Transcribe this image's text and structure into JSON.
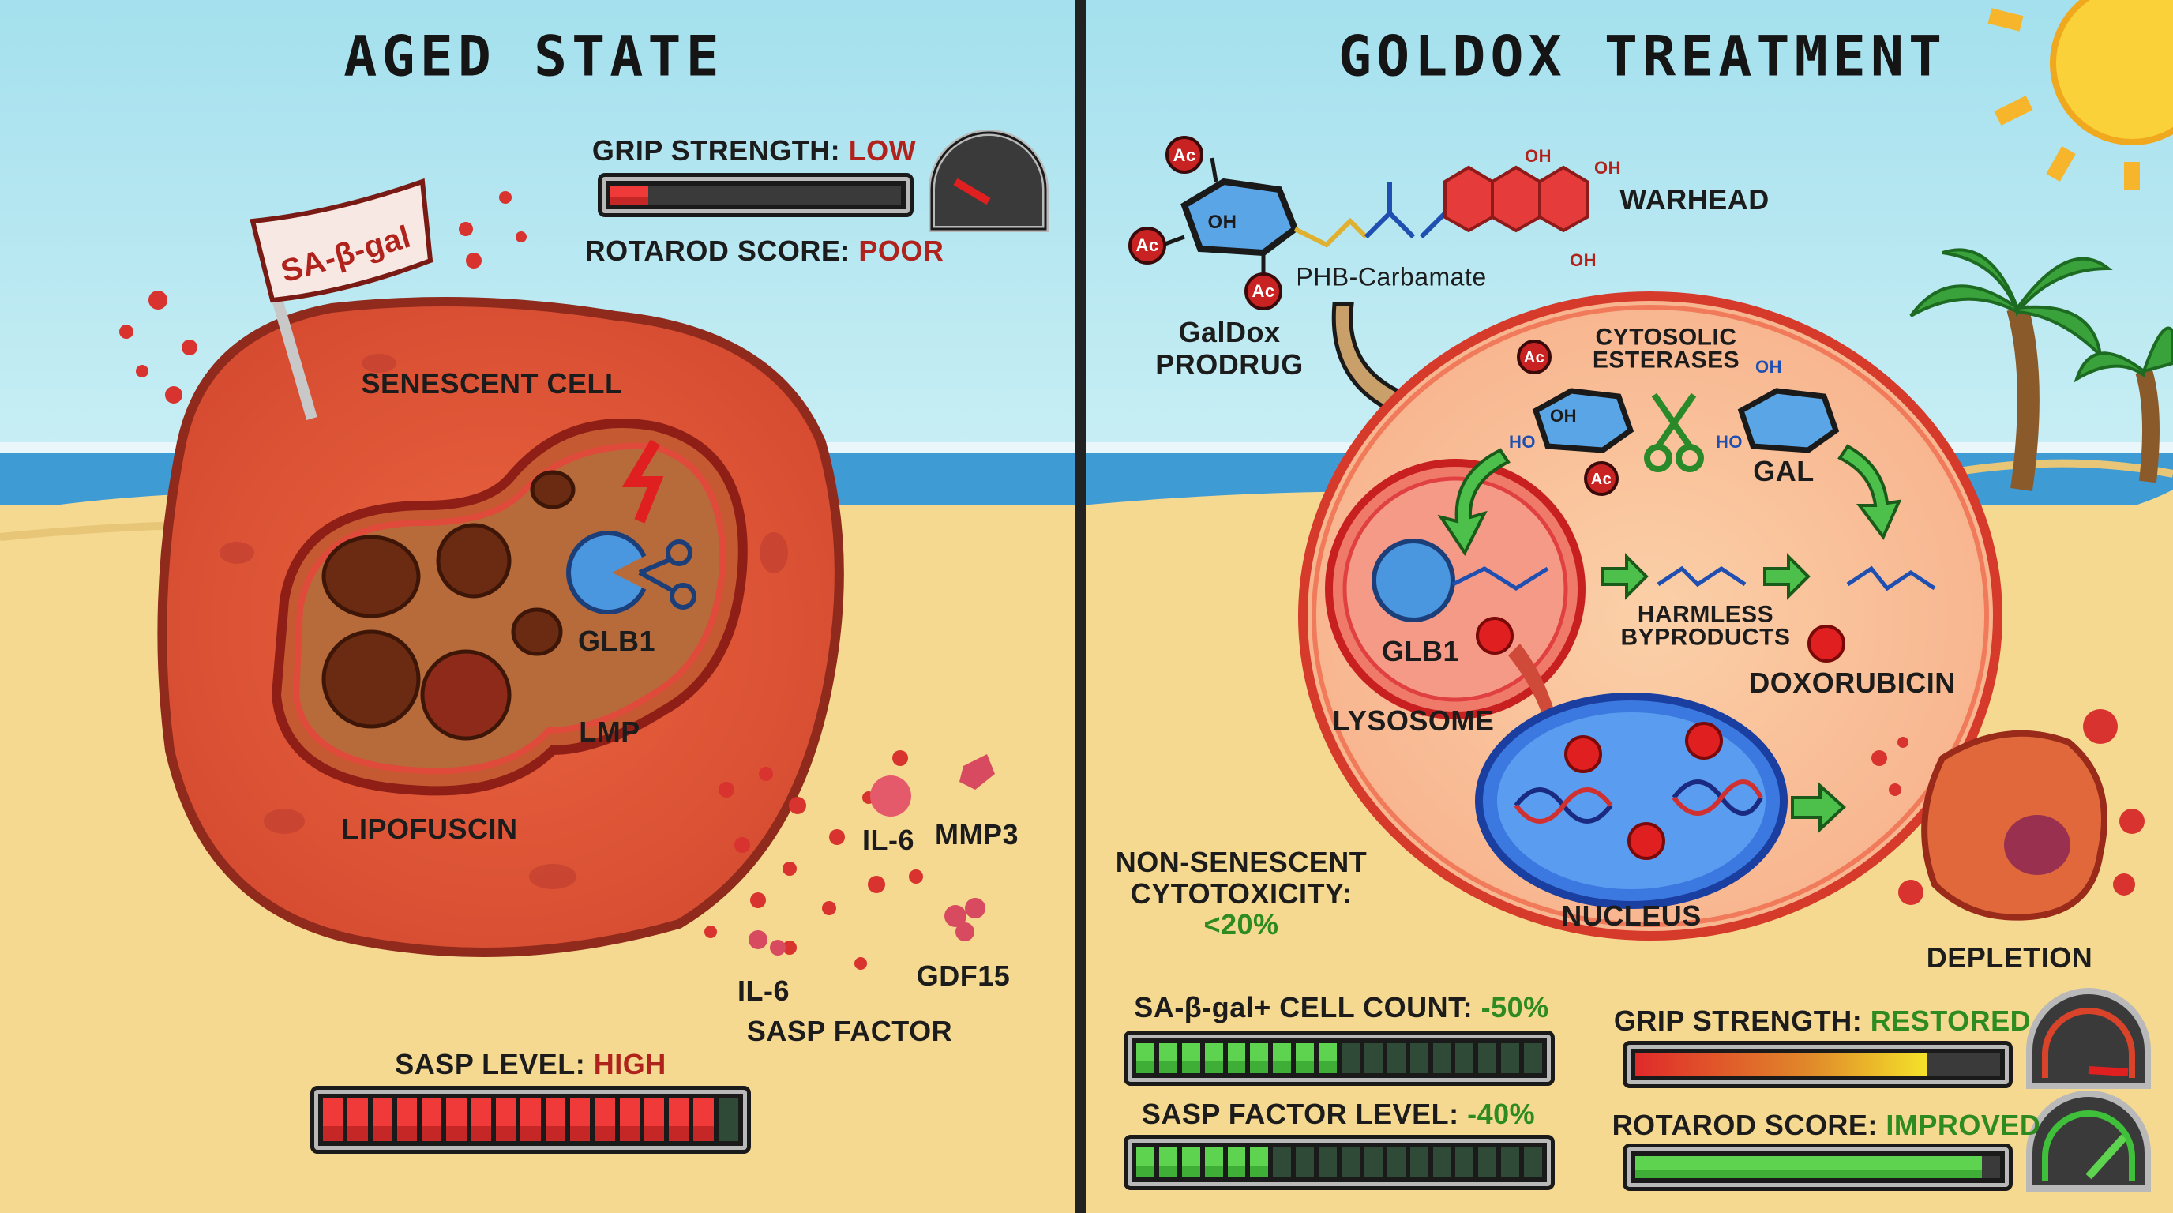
{
  "aged": {
    "title": "AGED STATE",
    "grip_label": "GRIP STRENGTH:",
    "grip_value": "LOW",
    "grip_fraction": 0.13,
    "rotarod_label": "ROTAROD SCORE:",
    "rotarod_value": "POOR",
    "flag_text": "SA-β-gal",
    "cell_label": "SENESCENT CELL",
    "glb1": "GLB1",
    "lmp": "LMP",
    "lipofuscin": "LIPOFUSCIN",
    "il6_a": "IL-6",
    "mmp3": "MMP3",
    "il6_b": "IL-6",
    "gdf15": "GDF15",
    "sasp_factor": "SASP FACTOR",
    "sasp_label": "SASP LEVEL:",
    "sasp_value": "HIGH",
    "sasp_segments_total": 17,
    "sasp_segments_filled": 16
  },
  "treatment": {
    "title": "GOLDOX TREATMENT",
    "ac": "Ac",
    "oh": "OH",
    "ho": "HO",
    "warhead": "WARHEAD",
    "linker": "PHB-Carbamate",
    "prodrug_line1": "GalDox",
    "prodrug_line2": "PRODRUG",
    "esterases_line1": "CYTOSOLIC",
    "esterases_line2": "ESTERASES",
    "gal": "GAL",
    "glb1": "GLB1",
    "lysosome": "LYSOSOME",
    "byproducts_line1": "HARMLESS",
    "byproducts_line2": "BYPRODUCTS",
    "doxorubicin": "DOXORUBICIN",
    "nucleus": "NUCLEUS",
    "depletion": "DEPLETION",
    "cyto_line1": "NON-SENESCENT",
    "cyto_line2": "CYTOTOXICITY:",
    "cyto_value": "<20%",
    "cellcount_label": "SA-β-gal+ CELL COUNT:",
    "cellcount_value": "-50%",
    "cellcount_segments_total": 18,
    "cellcount_segments_filled": 9,
    "saspfactor_label": "SASP FACTOR LEVEL:",
    "saspfactor_value": "-40%",
    "saspfactor_segments_total": 18,
    "saspfactor_segments_filled": 6,
    "grip_label": "GRIP STRENGTH:",
    "grip_value": "RESTORED",
    "grip_fraction": 0.8,
    "rotarod_label": "ROTAROD SCORE:",
    "rotarod_value": "IMPROVED",
    "rotarod_fraction": 0.95
  },
  "colors": {
    "bad": "#b0231c",
    "good": "#2e8b22",
    "sky": "#aee3ef",
    "sand": "#f5d990",
    "cell": "#e0553a",
    "nucleus": "#2f6fd6"
  }
}
